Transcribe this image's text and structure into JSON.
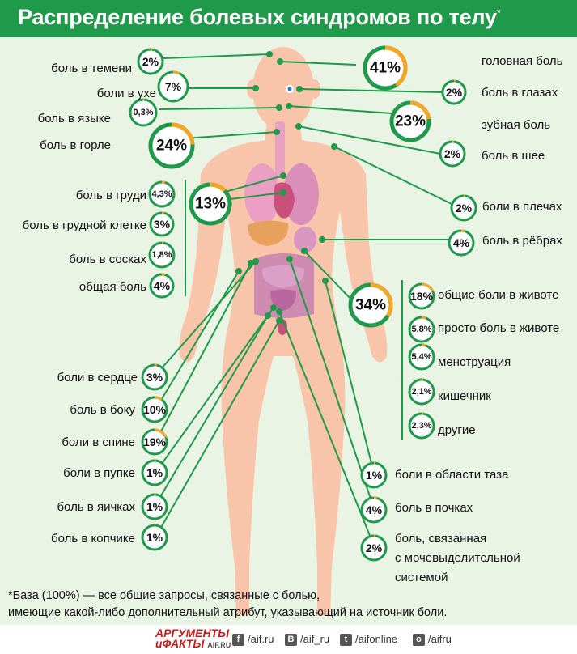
{
  "title": "Распределение болевых синдромов по телу",
  "title_mark": "*",
  "colors": {
    "green": "#1e9a4a",
    "orange": "#f5a623",
    "skin": "#f9c5aa",
    "organ": "#e58bb6",
    "bg": "#eaf4e5"
  },
  "circles": {
    "temeni": "2%",
    "head": "41%",
    "ear": "7%",
    "eyes": "2%",
    "tongue": "0,3%",
    "teeth": "23%",
    "throat": "24%",
    "neck": "2%",
    "chest_total": "13%",
    "chest1": "4,3%",
    "chest2": "3%",
    "chest3": "1,8%",
    "chest4": "4%",
    "shoulders": "2%",
    "ribs": "4%",
    "belly_total": "34%",
    "belly1": "18%",
    "belly2": "5,8%",
    "belly3": "5,4%",
    "belly4": "2,1%",
    "belly5": "2,3%",
    "heart": "3%",
    "side": "10%",
    "back": "19%",
    "navel": "1%",
    "testicles": "1%",
    "coccyx": "1%",
    "pelvis": "1%",
    "kidneys": "4%",
    "urinary": "2%"
  },
  "shares": {
    "temeni": 0.02,
    "head": 0.41,
    "ear": 0.07,
    "eyes": 0.02,
    "tongue": 0.003,
    "teeth": 0.23,
    "throat": 0.24,
    "neck": 0.02,
    "chest_total": 0.13,
    "chest1": 0.043,
    "chest2": 0.03,
    "chest3": 0.018,
    "chest4": 0.04,
    "shoulders": 0.02,
    "ribs": 0.04,
    "belly_total": 0.34,
    "belly1": 0.18,
    "belly2": 0.058,
    "belly3": 0.054,
    "belly4": 0.021,
    "belly5": 0.023,
    "heart": 0.03,
    "side": 0.1,
    "back": 0.19,
    "navel": 0.01,
    "testicles": 0.01,
    "coccyx": 0.01,
    "pelvis": 0.01,
    "kidneys": 0.04,
    "urinary": 0.02
  },
  "labels": {
    "temeni": "боль в темени",
    "ear": "боли в ухе",
    "tongue": "боль в языке",
    "throat": "боль в горле",
    "head": "головная боль",
    "eyes": "боль в глазах",
    "teeth": "зубная боль",
    "neck": "боль в шее",
    "chest1": "боль в груди",
    "chest2": "боль в грудной клетке",
    "chest3": "боль в сосках",
    "chest4": "общая боль",
    "shoulders": "боли в плечах",
    "ribs": "боль в рёбрах",
    "belly1": "общие боли в животе",
    "belly2": "просто боль в животе",
    "belly3": "менструация",
    "belly4": "кишечник",
    "belly5": "другие",
    "heart": "боли в сердце",
    "side": "боль в боку",
    "back": "боли в спине",
    "navel": "боли в пупке",
    "testicles": "боль в яичках",
    "coccyx": "боль в копчике",
    "pelvis": "боли в области таза",
    "kidneys": "боль в почках",
    "urinary1": "боль, связанная",
    "urinary2": "с мочевыделительной",
    "urinary3": "системой"
  },
  "footnote": {
    "line1": "*База (100%) — все общие запросы, связанные с болью,",
    "line2": "имеющие какой-либо дополнительный атрибут, указывающий на источник боли."
  },
  "footer": {
    "logo_line1": "АРГУМЕНТЫ",
    "logo_line2": "иФАКТЫ",
    "logo_site": "AIF.RU",
    "social": [
      {
        "icon": "facebook-icon",
        "glyph": "f",
        "text": "/aif.ru"
      },
      {
        "icon": "vk-icon",
        "glyph": "В",
        "text": "/aif_ru"
      },
      {
        "icon": "twitter-icon",
        "glyph": "t",
        "text": "/aifonline"
      },
      {
        "icon": "odnoklassniki-icon",
        "glyph": "о",
        "text": "/aifru"
      }
    ]
  }
}
